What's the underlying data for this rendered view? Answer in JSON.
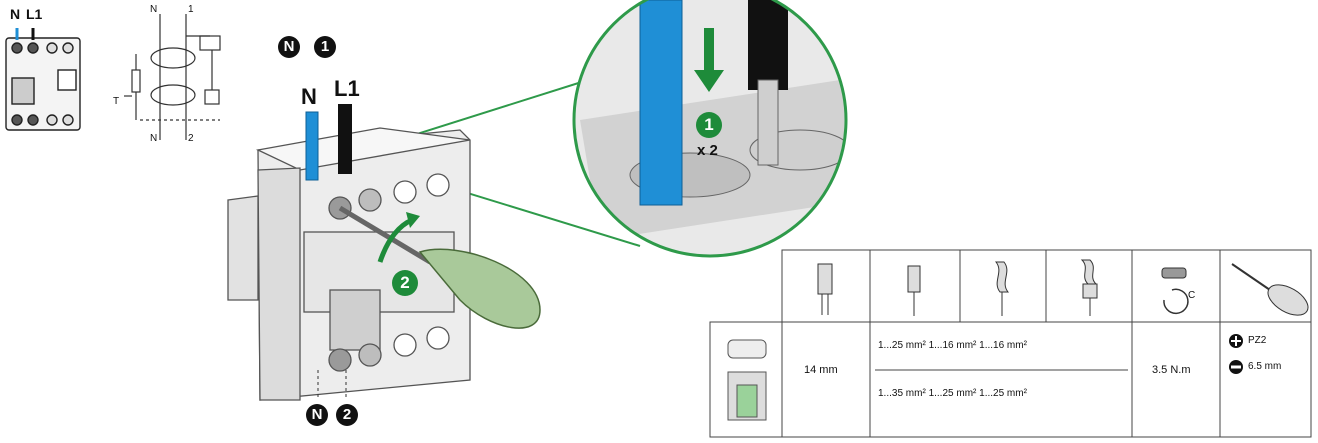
{
  "schematic": {
    "module_labels": {
      "n": "N",
      "l1": "L1"
    },
    "diagram_labels": {
      "n_top": "N",
      "one_top": "1",
      "n_bottom": "N",
      "two_bottom": "2",
      "test": "T"
    }
  },
  "device": {
    "top_markers": {
      "n": "N",
      "one": "1"
    },
    "wire_labels": {
      "n": "N",
      "l1": "L1"
    },
    "step_badge": "2",
    "bottom_markers": {
      "n": "N",
      "two": "2"
    }
  },
  "zoom": {
    "step_badge": "1",
    "multiplier": "x 2"
  },
  "spec_table": {
    "header_icons": [
      "bare-wire-strip-length-icon",
      "rigid-wire-icon",
      "flexible-wire-icon",
      "ferrule-wire-icon",
      "screw-torque-icon",
      "screwdriver-icon"
    ],
    "torque_symbol": "C",
    "strip_length": "14 mm",
    "rigid_row": "1...25 mm² 1...16 mm² 1...16 mm²",
    "flex_row": "1...35 mm² 1...25 mm² 1...25 mm²",
    "torque": "3.5 N.m",
    "screwdrivers": [
      {
        "icon": "pozidriv-icon",
        "label": "PZ2"
      },
      {
        "icon": "flat-blade-icon",
        "label": "6.5 mm"
      }
    ]
  },
  "colors": {
    "neutral_wire": "#1f8fd6",
    "line_wire": "#111111",
    "accent_green": "#1e8b3a"
  }
}
